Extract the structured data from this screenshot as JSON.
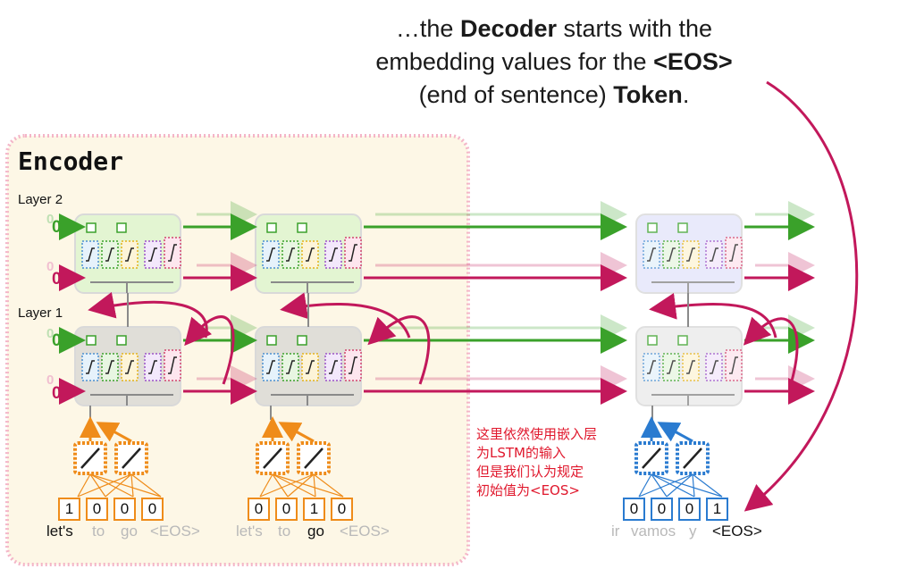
{
  "caption": {
    "part1": "…the ",
    "decoder": "Decoder",
    "part2": " starts with the",
    "line2a": "embedding values for the ",
    "eos": "<EOS>",
    "line3a": "(end of sentence) ",
    "token": "Token",
    "line3b": "."
  },
  "encoder": {
    "title": "Encoder",
    "layer2_label": "Layer 2",
    "layer1_label": "Layer 1",
    "init_value": "0"
  },
  "note": {
    "lines": [
      "这里依然使用嵌入层",
      "为LSTM的输入",
      "但是我们认为规定",
      "初始值为<EOS>"
    ]
  },
  "inputs": [
    {
      "vector": [
        "1",
        "0",
        "0",
        "0"
      ],
      "words": [
        "let's",
        "to",
        "go",
        "<EOS>"
      ],
      "active_index": 0
    },
    {
      "vector": [
        "0",
        "0",
        "1",
        "0"
      ],
      "words": [
        "let's",
        "to",
        "go",
        "<EOS>"
      ],
      "active_index": 2
    },
    {
      "vector": [
        "0",
        "0",
        "0",
        "1"
      ],
      "words": [
        "ir",
        "vamos",
        "y",
        "<EOS>"
      ],
      "active_index": 3
    }
  ],
  "colors": {
    "encoder_bg": "#fdf7e6",
    "encoder_border": "#f4b6c8",
    "green": "#3aa12a",
    "pink": "#c2185b",
    "orange": "#ef8c1a",
    "blue": "#2a7bd0",
    "annotation_red": "#e0182d"
  }
}
